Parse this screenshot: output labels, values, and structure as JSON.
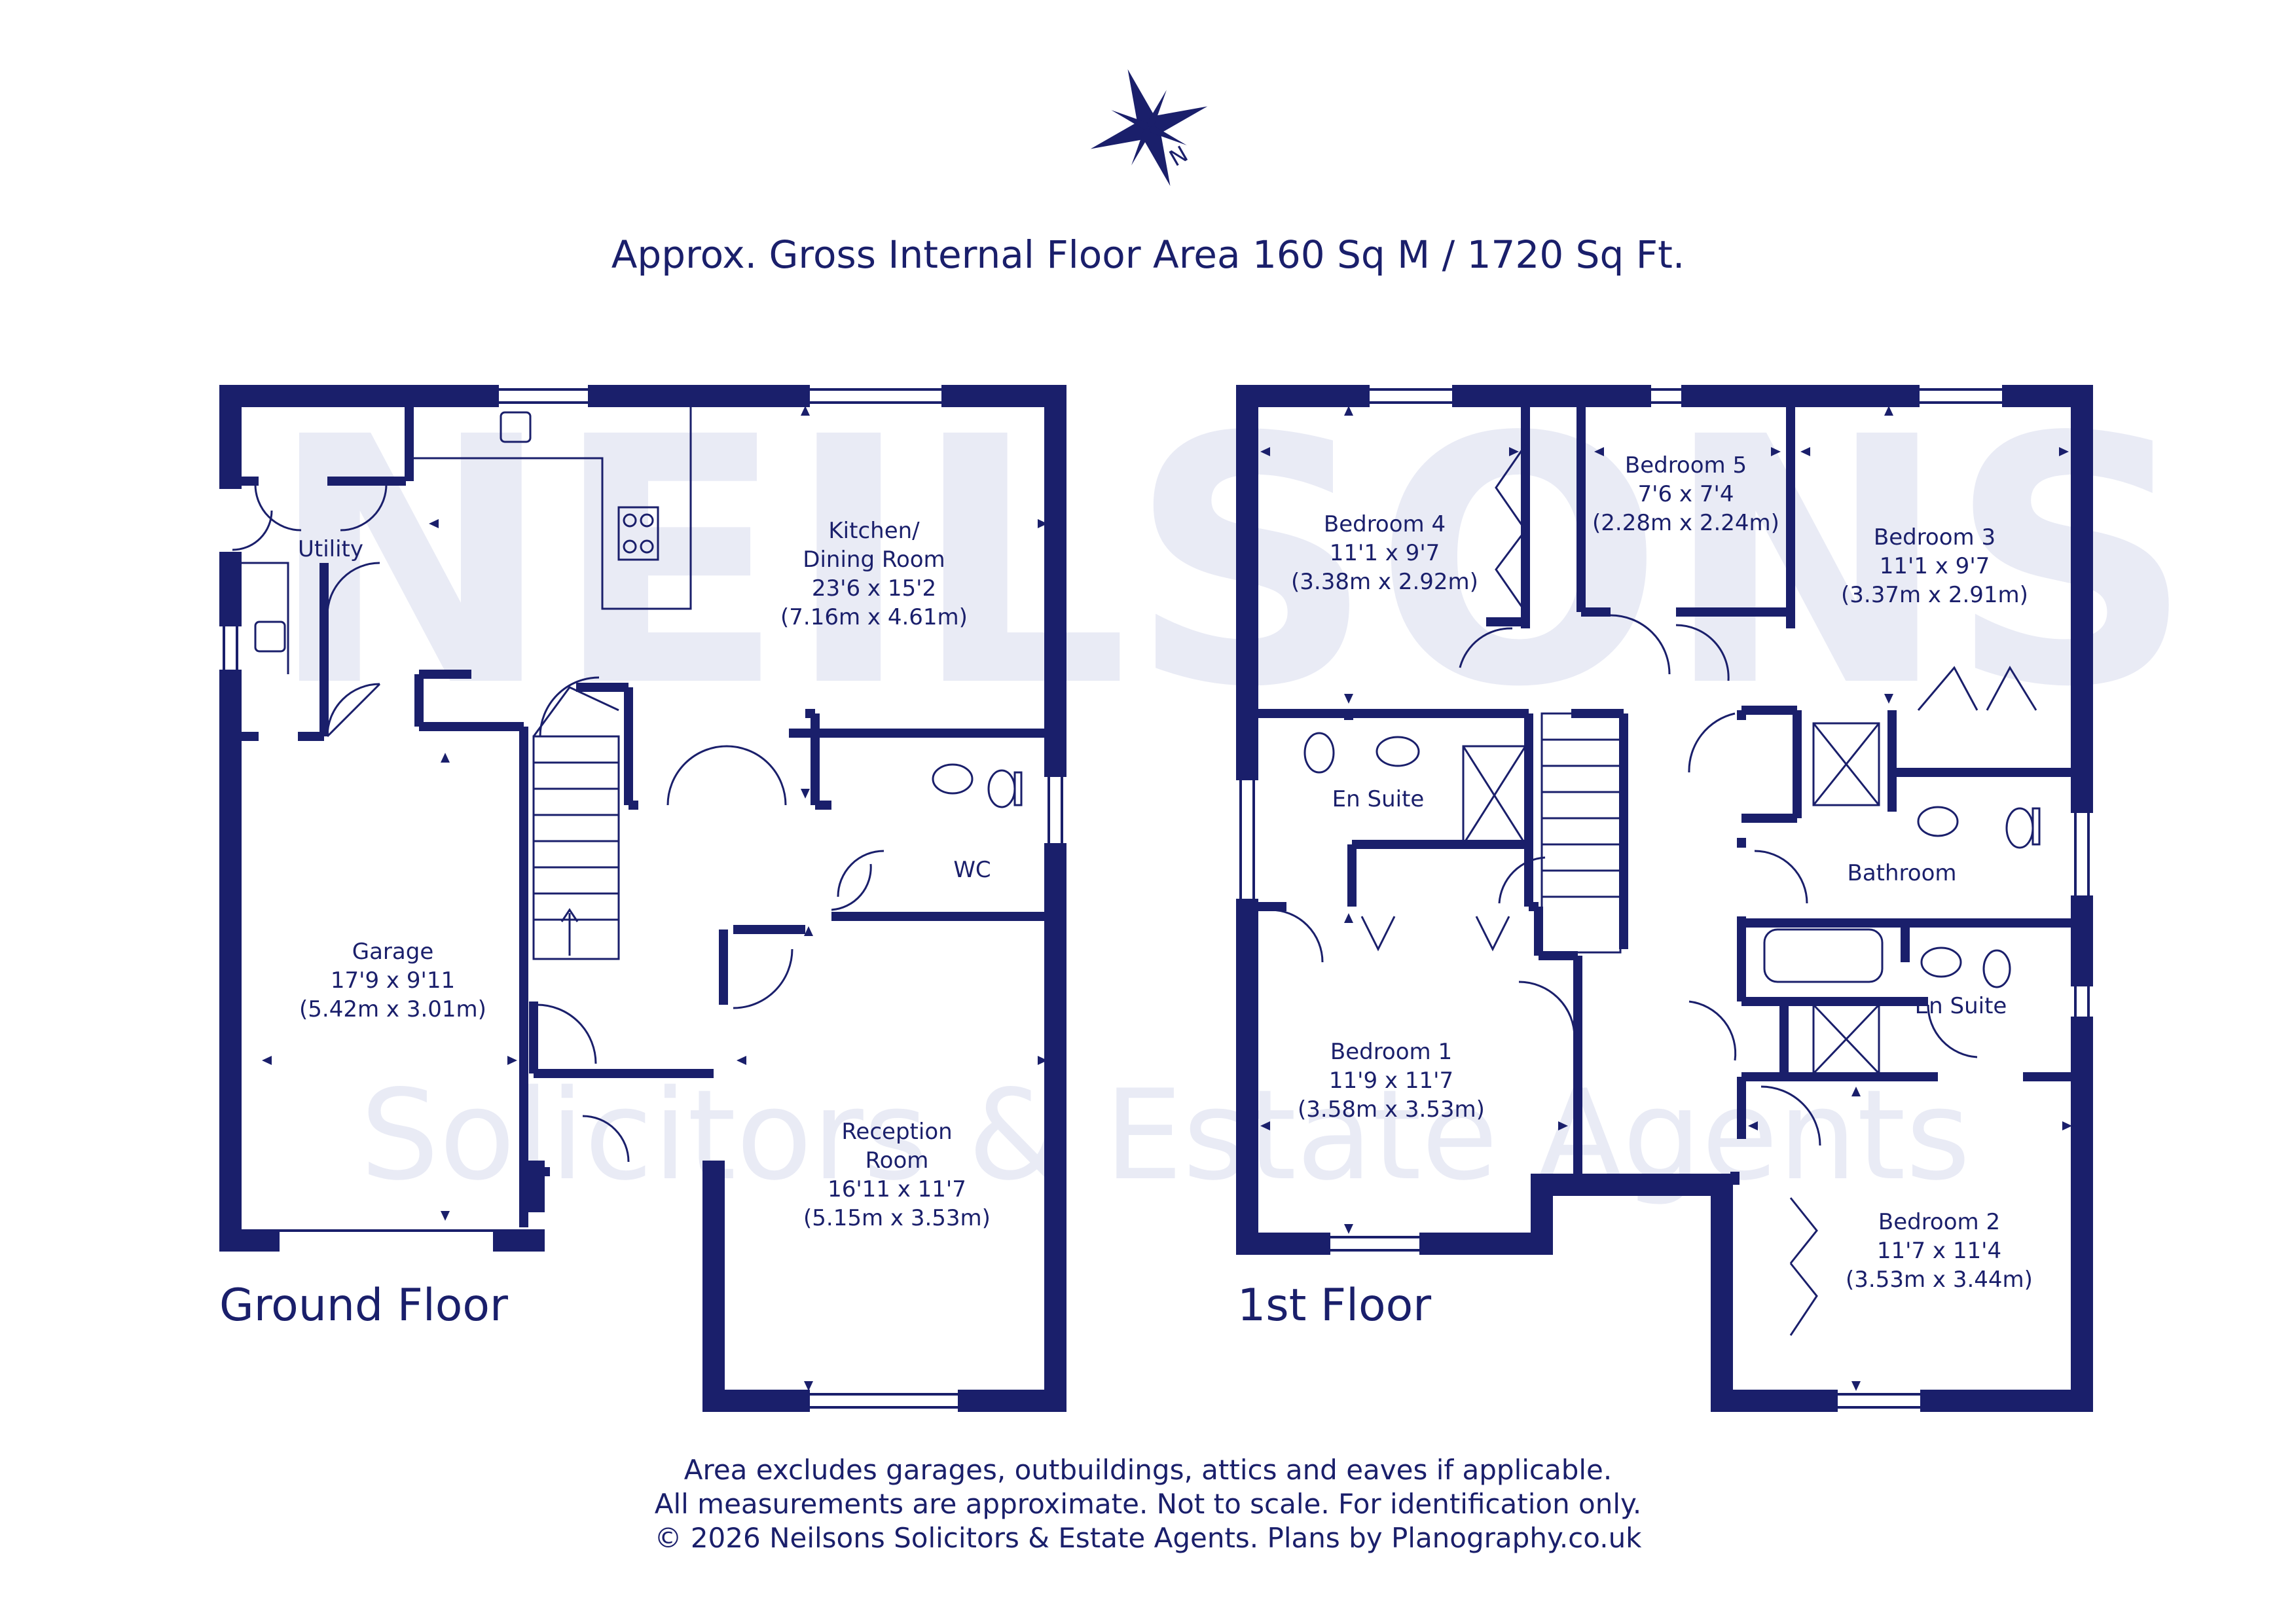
{
  "header": {
    "compass_label": "N",
    "title": "Approx. Gross Internal Floor Area 160 Sq M / 1720 Sq Ft."
  },
  "watermark": {
    "brand": "NEILSONS",
    "tagline": "Solicitors & Estate Agents"
  },
  "colors": {
    "ink": "#1a1f6b",
    "watermark": "#e9ebf5"
  },
  "ground_floor": {
    "label": "Ground Floor",
    "rooms": {
      "utility": {
        "name": "Utility"
      },
      "kitchen": {
        "name1": "Kitchen/",
        "name2": "Dining Room",
        "imperial": "23'6 x 15'2",
        "metric": "(7.16m x 4.61m)"
      },
      "wc": {
        "name": "WC"
      },
      "garage": {
        "name": "Garage",
        "imperial": "17'9 x 9'11",
        "metric": "(5.42m x 3.01m)"
      },
      "reception": {
        "name1": "Reception",
        "name2": "Room",
        "imperial": "16'11 x 11'7",
        "metric": "(5.15m x 3.53m)"
      }
    }
  },
  "first_floor": {
    "label": "1st Floor",
    "rooms": {
      "bedroom4": {
        "name": "Bedroom 4",
        "imperial": "11'1 x 9'7",
        "metric": "(3.38m x 2.92m)"
      },
      "bedroom5": {
        "name": "Bedroom 5",
        "imperial": "7'6 x 7'4",
        "metric": "(2.28m x 2.24m)"
      },
      "bedroom3": {
        "name": "Bedroom 3",
        "imperial": "11'1 x 9'7",
        "metric": "(3.37m x 2.91m)"
      },
      "ensuite1": {
        "name": "En Suite"
      },
      "bathroom": {
        "name": "Bathroom"
      },
      "ensuite2": {
        "name": "En Suite"
      },
      "bedroom1": {
        "name": "Bedroom 1",
        "imperial": "11'9 x 11'7",
        "metric": "(3.58m x 3.53m)"
      },
      "bedroom2": {
        "name": "Bedroom 2",
        "imperial": "11'7 x 11'4",
        "metric": "(3.53m x 3.44m)"
      }
    }
  },
  "footer": {
    "line1": "Area excludes garages, outbuildings, attics and eaves if applicable.",
    "line2": "All measurements are approximate. Not to scale. For identification only.",
    "line3": "© 2026 Neilsons Solicitors & Estate Agents. Plans by Planography.co.uk"
  }
}
